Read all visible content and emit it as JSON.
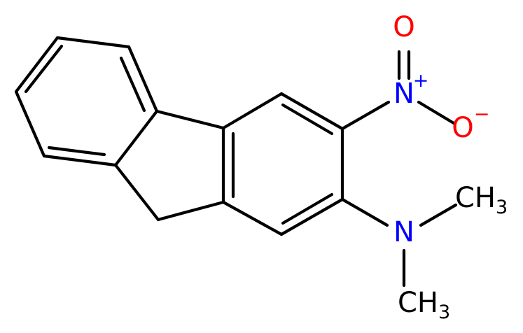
{
  "diagram": {
    "atoms": {
      "oxygen_top": {
        "symbol": "O",
        "color": "#ff0000"
      },
      "nitrogen_nitro": {
        "symbol": "N",
        "charge": "+",
        "color": "#0000ff"
      },
      "oxygen_right": {
        "symbol": "O",
        "charge": "−",
        "color": "#ff0000"
      },
      "nitrogen_amine": {
        "symbol": "N",
        "color": "#0000ff"
      },
      "methyl_top": {
        "symbol": "CH",
        "subscript": "3",
        "color": "#000000"
      },
      "methyl_bottom": {
        "symbol": "CH",
        "subscript": "3",
        "color": "#000000"
      }
    },
    "bond_color": "#000000"
  }
}
